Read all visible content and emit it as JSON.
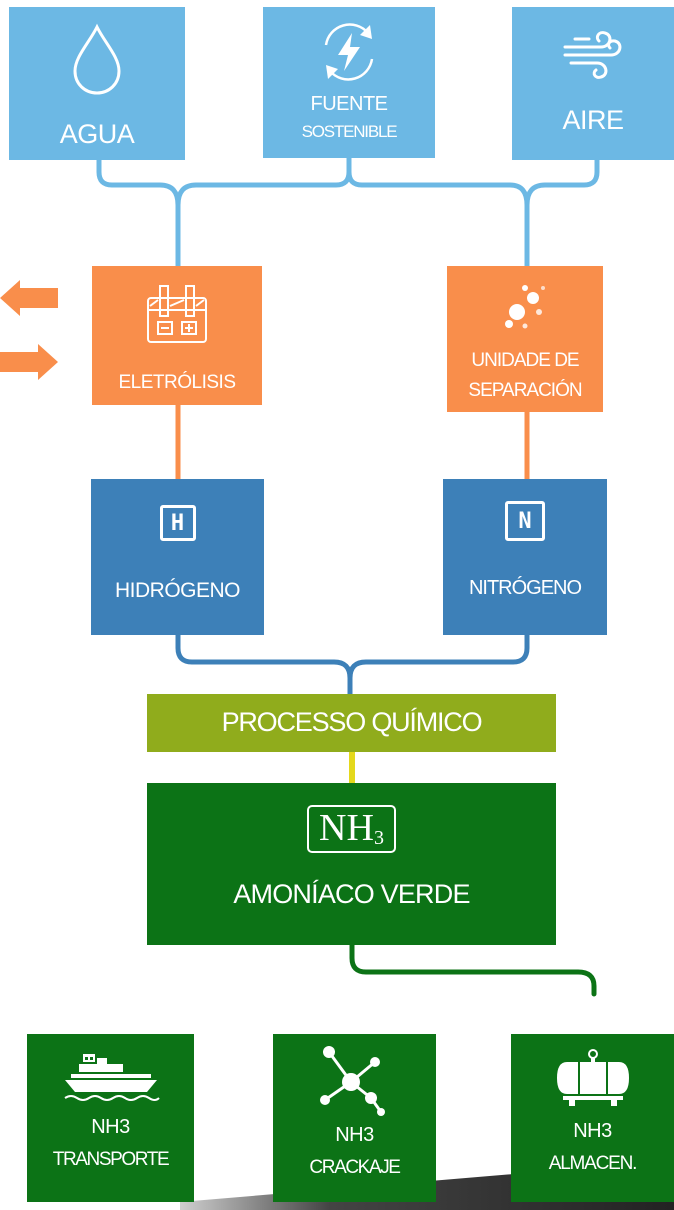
{
  "sources": {
    "agua": {
      "label": "AGUA",
      "icon": "water-drop-icon"
    },
    "fuente": {
      "label_line1": "FUENTE",
      "label_line2": "SOSTENIBLE",
      "icon": "renewable-energy-icon"
    },
    "aire": {
      "label": "AIRE",
      "icon": "wind-icon"
    }
  },
  "processes": {
    "electrolisis": {
      "label": "ELETRÓLISIS",
      "icon": "electrolyzer-icon"
    },
    "separacion": {
      "label_line1": "UNIDADE DE",
      "label_line2": "SEPARACIÓN",
      "icon": "particles-icon"
    }
  },
  "gases": {
    "hidrogeno": {
      "symbol": "H",
      "label": "HIDRÓGENO"
    },
    "nitrogeno": {
      "symbol": "N",
      "label": "NITRÓGENO"
    }
  },
  "chemical_process": {
    "label": "PROCESSO QUÍMICO"
  },
  "product": {
    "formula_main": "NH",
    "formula_sub": "3",
    "label": "AMONÍACO VERDE"
  },
  "uses": [
    {
      "line1": "NH3",
      "line2": "TRANSPORTE",
      "icon": "ship-icon"
    },
    {
      "line1": "NH3",
      "line2": "CRACKAJE",
      "icon": "molecule-icon"
    },
    {
      "line1": "NH3",
      "line2": "ALMACEN.",
      "icon": "storage-tank-icon"
    }
  ],
  "colors": {
    "source_blue": "#6cb8e4",
    "process_orange": "#f98e4b",
    "gas_blue": "#3d80b8",
    "chemical_olive": "#90ac1c",
    "product_green": "#0c7316",
    "connector_yellow": "#e4d81c"
  }
}
